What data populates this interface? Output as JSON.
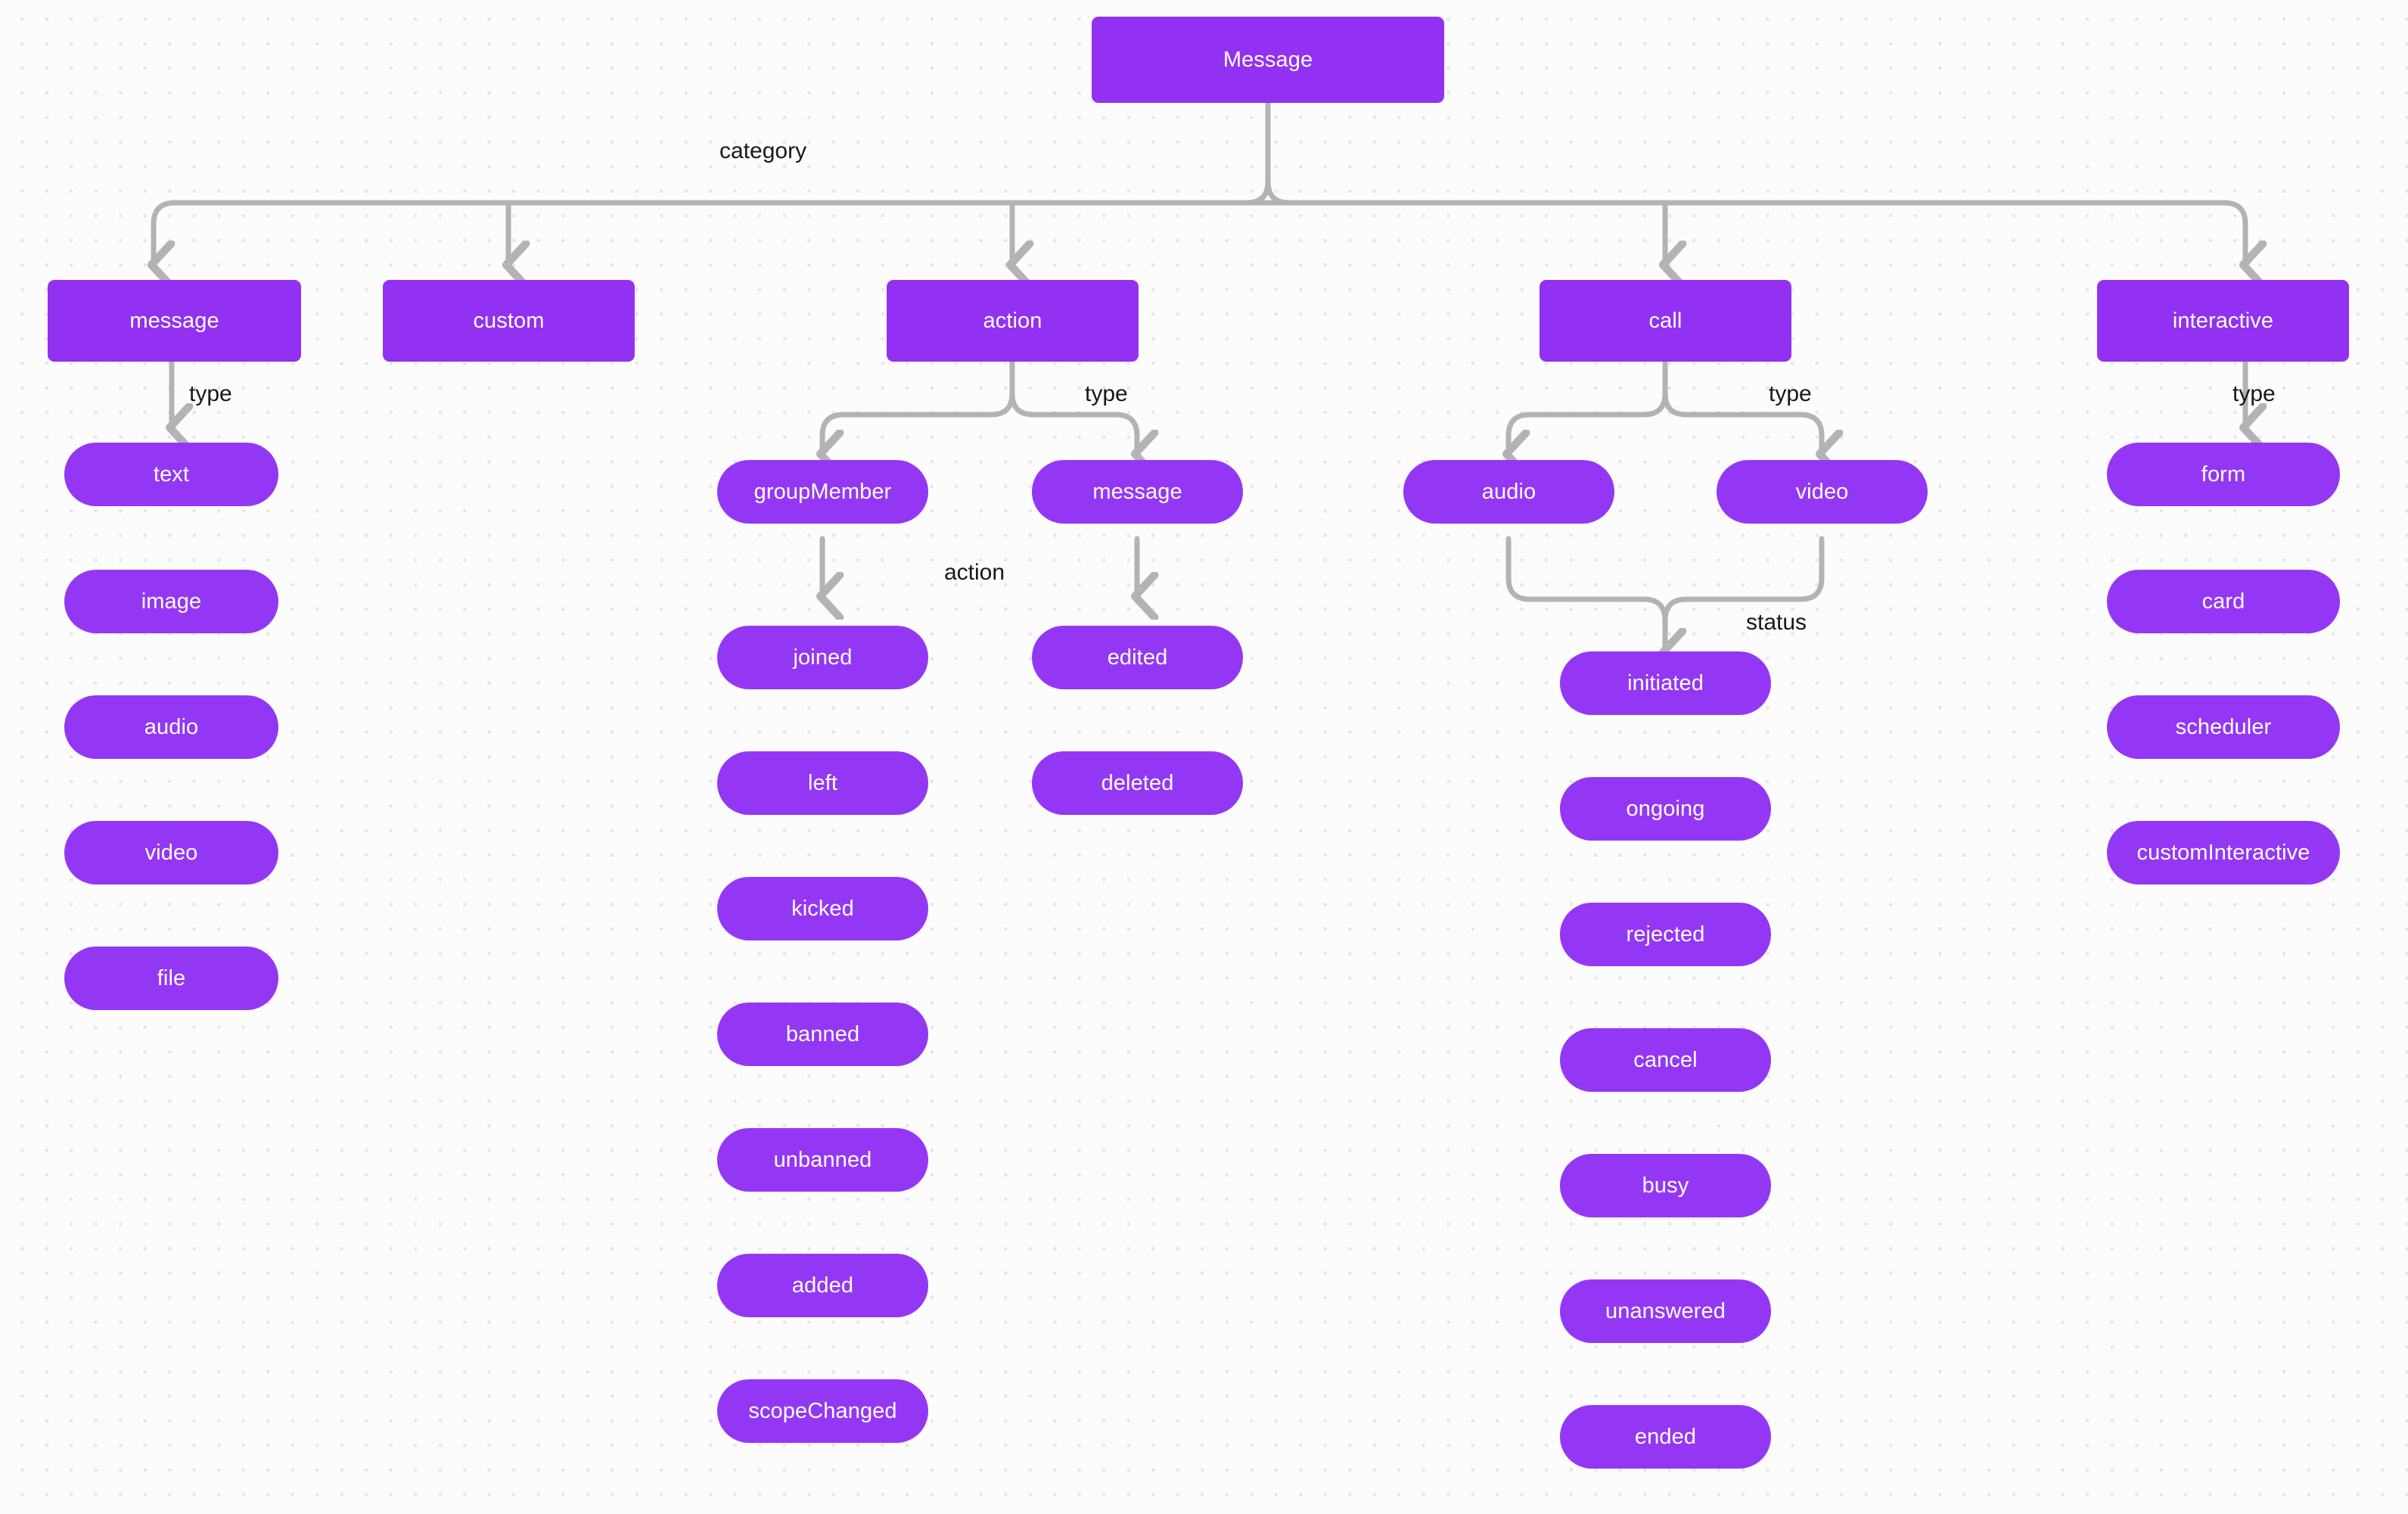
{
  "diagram": {
    "title": "Message",
    "colors": {
      "node_fill": "#9437f5",
      "node_text": "#ffffff",
      "edge_stroke": "#b3b3b3",
      "label_text": "#181818",
      "background": "#fcfcfc",
      "grid_dot": "#e6e6e6"
    },
    "root": {
      "label": "Message"
    },
    "edge_labels": {
      "category": "category",
      "type_message": "type",
      "type_action": "type",
      "action": "action",
      "type_call": "type",
      "status": "status",
      "type_interactive": "type"
    },
    "categories": [
      {
        "label": "message"
      },
      {
        "label": "custom"
      },
      {
        "label": "action"
      },
      {
        "label": "call"
      },
      {
        "label": "interactive"
      }
    ],
    "message_types": [
      {
        "label": "text"
      },
      {
        "label": "image"
      },
      {
        "label": "audio"
      },
      {
        "label": "video"
      },
      {
        "label": "file"
      }
    ],
    "action_types": [
      {
        "label": "groupMember"
      },
      {
        "label": "message"
      }
    ],
    "group_member_actions": [
      {
        "label": "joined"
      },
      {
        "label": "left"
      },
      {
        "label": "kicked"
      },
      {
        "label": "banned"
      },
      {
        "label": "unbanned"
      },
      {
        "label": "added"
      },
      {
        "label": "scopeChanged"
      }
    ],
    "message_actions": [
      {
        "label": "edited"
      },
      {
        "label": "deleted"
      }
    ],
    "call_types": [
      {
        "label": "audio"
      },
      {
        "label": "video"
      }
    ],
    "call_statuses": [
      {
        "label": "initiated"
      },
      {
        "label": "ongoing"
      },
      {
        "label": "rejected"
      },
      {
        "label": "cancel"
      },
      {
        "label": "busy"
      },
      {
        "label": "unanswered"
      },
      {
        "label": "ended"
      }
    ],
    "interactive_types": [
      {
        "label": "form"
      },
      {
        "label": "card"
      },
      {
        "label": "scheduler"
      },
      {
        "label": "customInteractive"
      }
    ]
  }
}
